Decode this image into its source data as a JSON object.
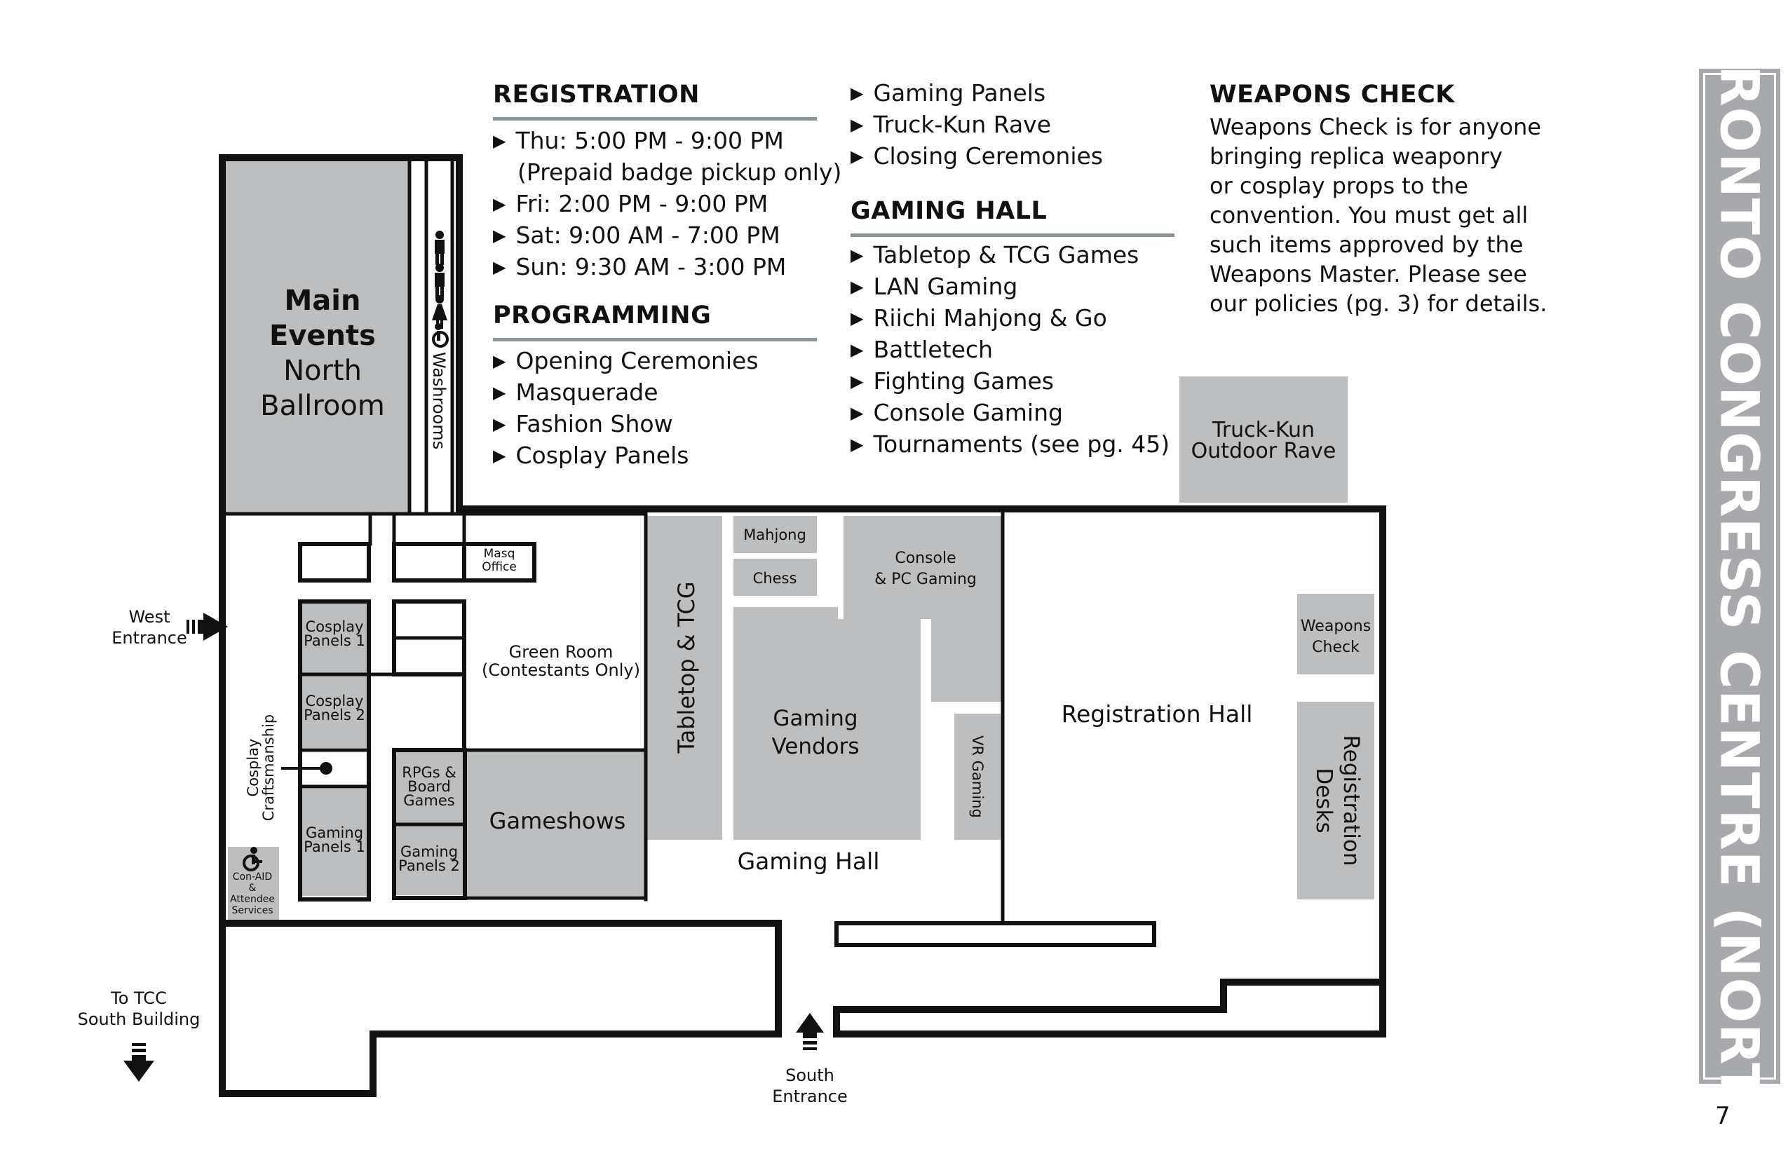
{
  "registration": {
    "title": "REGISTRATION",
    "items": [
      "Thu: 5:00 PM - 9:00 PM",
      "(Prepaid badge pickup only)",
      "Fri: 2:00 PM - 9:00 PM",
      "Sat: 9:00 AM - 7:00 PM",
      "Sun: 9:30 AM - 3:00 PM"
    ]
  },
  "programming": {
    "title": "PROGRAMMING",
    "items": [
      "Opening Ceremonies",
      "Masquerade",
      "Fashion Show",
      "Cosplay Panels",
      "Gaming Panels",
      "Truck-Kun Rave",
      "Closing Ceremonies"
    ]
  },
  "gaming_hall": {
    "title": "GAMING HALL",
    "items": [
      "Tabletop & TCG Games",
      "LAN Gaming",
      "Riichi Mahjong & Go",
      "Battletech",
      "Fighting Games",
      "Console Gaming",
      "Tournaments (see pg. 45)"
    ]
  },
  "weapons_check": {
    "title": "WEAPONS CHECK",
    "lines": [
      "Weapons Check is for anyone",
      "bringing replica weaponry",
      "or cosplay props to the",
      "convention. You must get all",
      "such items approved by the",
      "Weapons Master. Please see",
      "our policies (pg. 3) for details."
    ]
  },
  "banner": {
    "title": "TORONTO CONGRESS CENTRE (NORTH)"
  },
  "page_number": "7",
  "map": {
    "main_events": [
      "Main",
      "Events",
      "North",
      "Ballroom"
    ],
    "washrooms": "Washrooms",
    "masq_office": [
      "Masq",
      "Office"
    ],
    "cosplay_panels_1": [
      "Cosplay",
      "Panels 1"
    ],
    "cosplay_panels_2": [
      "Cosplay",
      "Panels 2"
    ],
    "cosplay_craftsmanship": [
      "Cosplay",
      "Craftsmanship"
    ],
    "gaming_panels_1": [
      "Gaming",
      "Panels 1"
    ],
    "rpgs_board_games": [
      "RPGs &",
      "Board",
      "Games"
    ],
    "gaming_panels_2": [
      "Gaming",
      "Panels 2"
    ],
    "gameshows": "Gameshows",
    "green_room": [
      "Green Room",
      "(Contestants Only)"
    ],
    "con_aid": [
      "Con-AID",
      "&",
      "Attendee",
      "Services"
    ],
    "tabletop_tcg": "Tabletop & TCG",
    "mahjong": "Mahjong",
    "chess": "Chess",
    "console_pc": [
      "Console",
      "& PC Gaming"
    ],
    "gaming_vendors": [
      "Gaming",
      "Vendors"
    ],
    "vr_gaming": "VR Gaming",
    "gaming_hall_label": "Gaming Hall",
    "registration_hall": "Registration Hall",
    "weapons_check_room": [
      "Weapons",
      "Check"
    ],
    "registration_desks": [
      "Registration",
      "Desks"
    ],
    "truck_kun": [
      "Truck-Kun",
      "Outdoor Rave"
    ],
    "west_entrance": [
      "West",
      "Entrance"
    ],
    "south_entrance": [
      "South",
      "Entrance"
    ],
    "to_tcc": [
      "To TCC",
      "South Building"
    ]
  },
  "colors": {
    "room_fill": "#bcbec0",
    "wall": "#111111",
    "rule": "#8a979a",
    "banner": "#a7a9ac"
  }
}
